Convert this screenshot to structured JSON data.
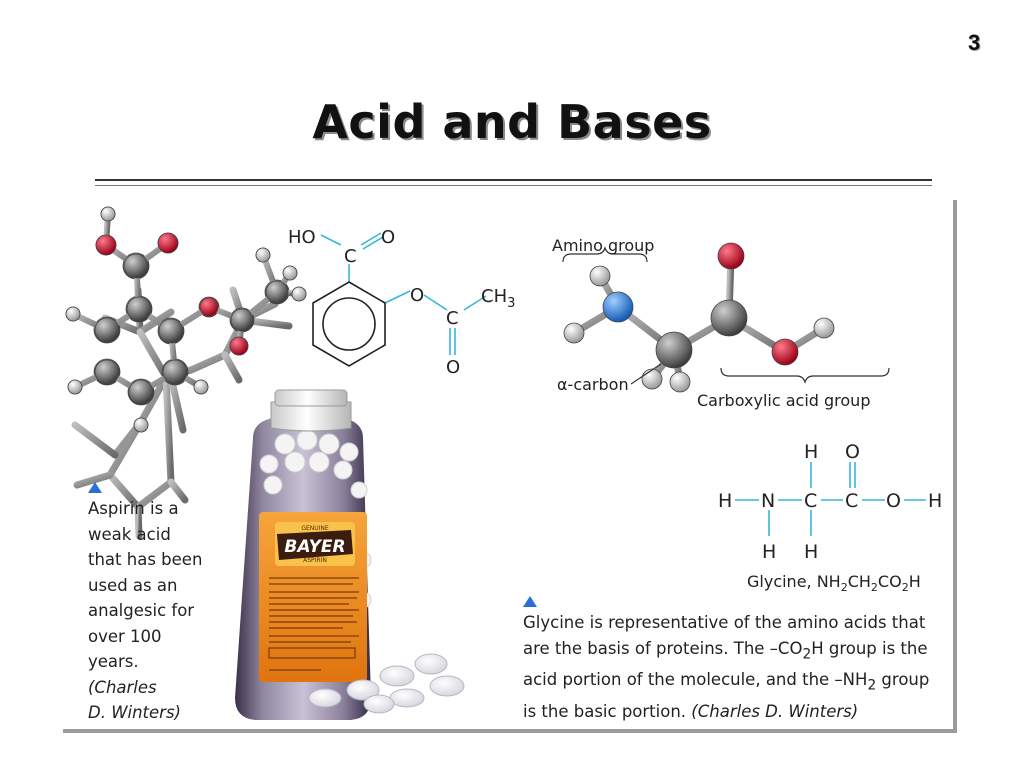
{
  "slide": {
    "number": "3",
    "title": "Acid and Bases"
  },
  "figure": {
    "aspirin_formula": {
      "ho": "HO",
      "c_top": "C",
      "o_top": "O",
      "o_ether": "O",
      "c_acyl": "C",
      "ch3": "CH",
      "ch3_sub": "3",
      "o_bottom": "O"
    },
    "glycine_model_labels": {
      "amino_group": "Amino group",
      "alpha_carbon": "α-carbon",
      "carboxylic_group": "Carboxylic acid group"
    },
    "glycine_structure": {
      "h": "H",
      "n": "N",
      "c": "C",
      "o": "O"
    },
    "glycine_formula": {
      "prefix": "Glycine, NH",
      "s1": "2",
      "mid1": "CH",
      "s2": "2",
      "mid2": "CO",
      "s3": "2",
      "end": "H"
    },
    "aspirin_caption": {
      "lines": [
        "Aspirin is a",
        "weak acid",
        "that has been",
        "used as an",
        "analgesic for",
        "over 100",
        "years."
      ],
      "credit": [
        "(Charles",
        "D. Winters)"
      ]
    },
    "glycine_caption": {
      "line1": "Glycine is representative of the amino acids that",
      "line2a": "are the basis of proteins.  The –CO",
      "line2_sub": "2",
      "line2b": "H group is the",
      "line3a": "acid portion of the molecule, and the –NH",
      "line3_sub": "2",
      "line3b": " group",
      "line4": "is the basic portion.",
      "credit": "(Charles D. Winters)"
    },
    "bottle_label": {
      "brand": "BAYER",
      "top_text": "GENUINE",
      "sub_text": "ASPIRIN"
    },
    "colors": {
      "carbon": "#5a5a5a",
      "oxygen": "#c8102e",
      "hydrogen": "#e8e8e8",
      "nitrogen": "#2f7fd6",
      "bond_line": "#36b6d8",
      "bottle_label": "#f08a1c"
    }
  }
}
